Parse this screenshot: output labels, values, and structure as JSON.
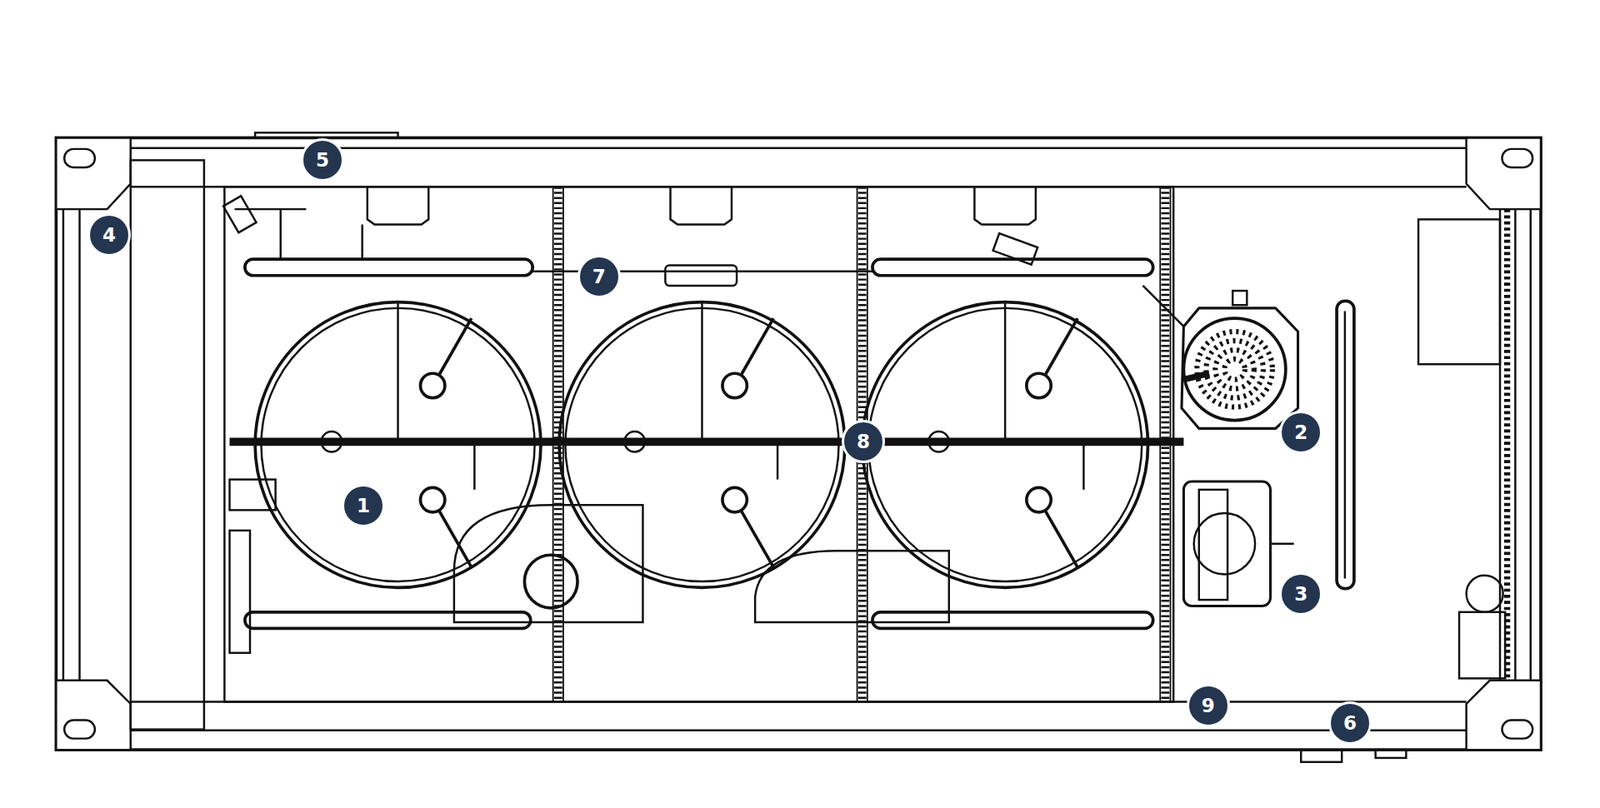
{
  "diagram": {
    "labels": [
      "5",
      "4",
      "7",
      "2",
      "8",
      "1",
      "3",
      "9",
      "6"
    ]
  }
}
